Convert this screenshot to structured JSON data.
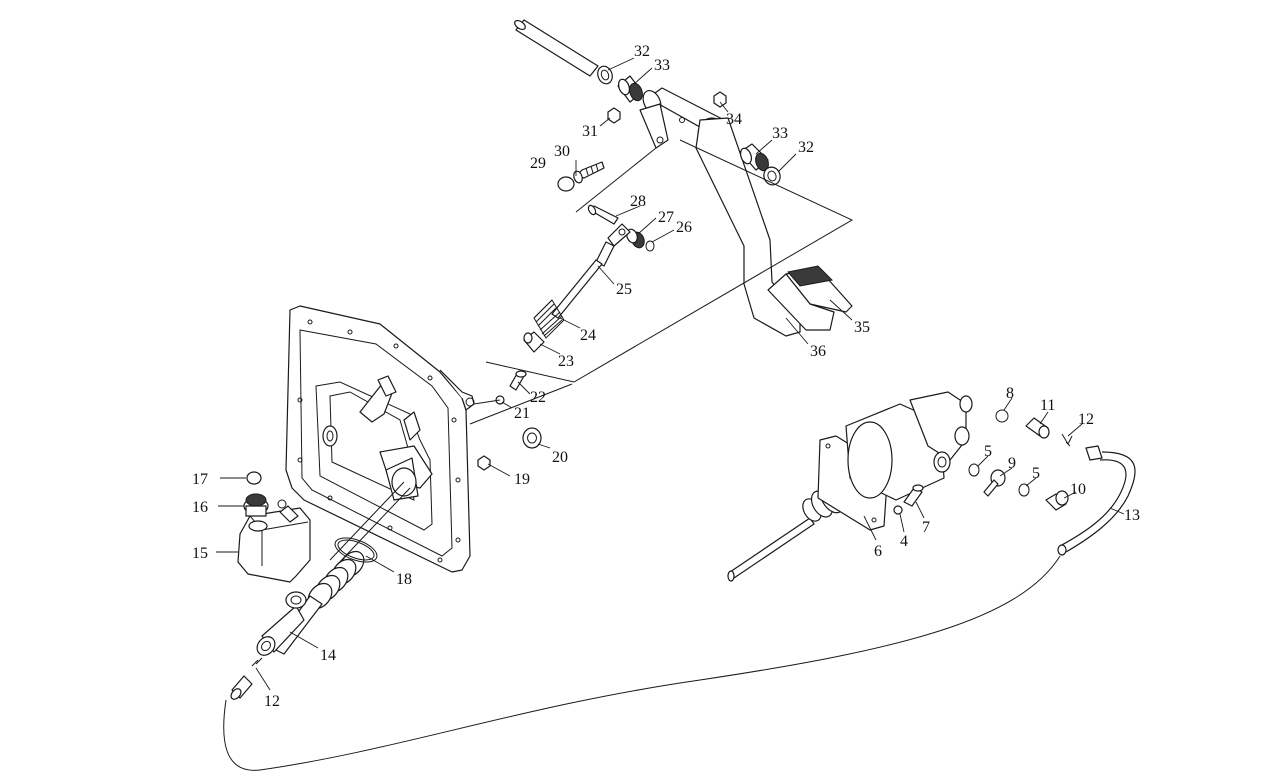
{
  "callouts": [
    {
      "id": "c32a",
      "text": "32"
    },
    {
      "id": "c33a",
      "text": "33"
    },
    {
      "id": "c34",
      "text": "34"
    },
    {
      "id": "c31",
      "text": "31"
    },
    {
      "id": "c33b",
      "text": "33"
    },
    {
      "id": "c32b",
      "text": "32"
    },
    {
      "id": "c29",
      "text": "29"
    },
    {
      "id": "c30",
      "text": "30"
    },
    {
      "id": "c28",
      "text": "28"
    },
    {
      "id": "c27",
      "text": "27"
    },
    {
      "id": "c26",
      "text": "26"
    },
    {
      "id": "c25",
      "text": "25"
    },
    {
      "id": "c24",
      "text": "24"
    },
    {
      "id": "c23",
      "text": "23"
    },
    {
      "id": "c35",
      "text": "35"
    },
    {
      "id": "c36",
      "text": "36"
    },
    {
      "id": "c22",
      "text": "22"
    },
    {
      "id": "c21",
      "text": "21"
    },
    {
      "id": "c20",
      "text": "20"
    },
    {
      "id": "c19",
      "text": "19"
    },
    {
      "id": "c17",
      "text": "17"
    },
    {
      "id": "c16",
      "text": "16"
    },
    {
      "id": "c15",
      "text": "15"
    },
    {
      "id": "c18",
      "text": "18"
    },
    {
      "id": "c14",
      "text": "14"
    },
    {
      "id": "c12a",
      "text": "12"
    },
    {
      "id": "c8",
      "text": "8"
    },
    {
      "id": "c11",
      "text": "11"
    },
    {
      "id": "c12b",
      "text": "12"
    },
    {
      "id": "c5a",
      "text": "5"
    },
    {
      "id": "c9",
      "text": "9"
    },
    {
      "id": "c5b",
      "text": "5"
    },
    {
      "id": "c10",
      "text": "10"
    },
    {
      "id": "c13",
      "text": "13"
    },
    {
      "id": "c7",
      "text": "7"
    },
    {
      "id": "c4",
      "text": "4"
    },
    {
      "id": "c6",
      "text": "6"
    }
  ]
}
